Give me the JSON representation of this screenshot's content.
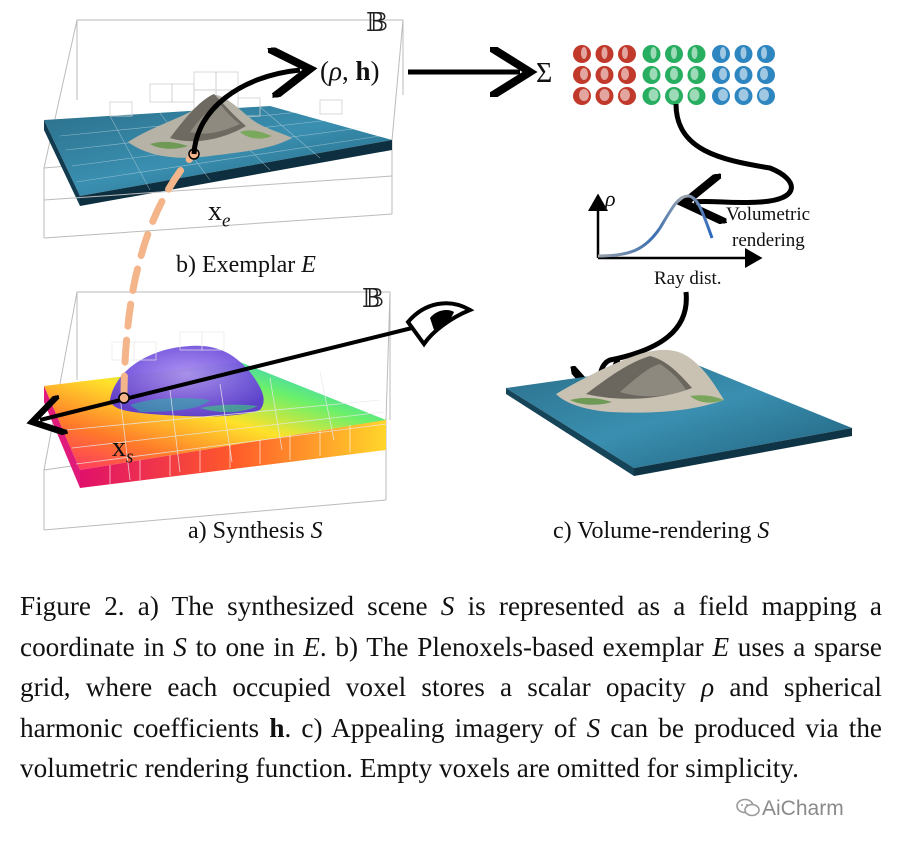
{
  "figure": {
    "panel_b_label_prefix": "b) Exemplar ",
    "panel_b_label_var": "E",
    "panel_a_label_prefix": "a) Synthesis ",
    "panel_a_label_var": "S",
    "panel_c_label_prefix": "c) Volume-rendering ",
    "panel_c_label_var": "S",
    "bbox_symbol": "𝔹",
    "xe_label_main": "x",
    "xe_label_sub": "e",
    "xs_label_main": "x",
    "xs_label_sub": "s",
    "rho_h_open": "(",
    "rho_h_rho": "ρ",
    "rho_h_comma": ", ",
    "rho_h_h": "h",
    "rho_h_close": ")",
    "sigma_symbol": "Σ",
    "plot_rho_label": "ρ",
    "plot_x_label": "Ray dist.",
    "volumetric_line1": "Volumetric",
    "volumetric_line2": "rendering",
    "sh_colors": [
      "#c0392b",
      "#27ae60",
      "#2e86c1"
    ]
  },
  "caption": {
    "t1": "Figure 2.  a) The synthesized scene ",
    "s1": "S",
    "t2": " is represented as a field mapping a coordinate in ",
    "s2": "S",
    "t3": " to one in ",
    "s3": "E",
    "t4": ".  b) The Plenoxels-based exemplar ",
    "s4": "E",
    "t5": " uses a sparse grid, where each occupied voxel stores a scalar opacity ",
    "s5": "ρ",
    "t6": " and spherical harmonic coefficients ",
    "s6": "h",
    "t7": ".  c) Appealing imagery of ",
    "s7": "S",
    "t8": " can be produced via the volumetric rendering function. Empty voxels are omitted for simplicity."
  },
  "watermark": {
    "text": "AiCharm"
  }
}
